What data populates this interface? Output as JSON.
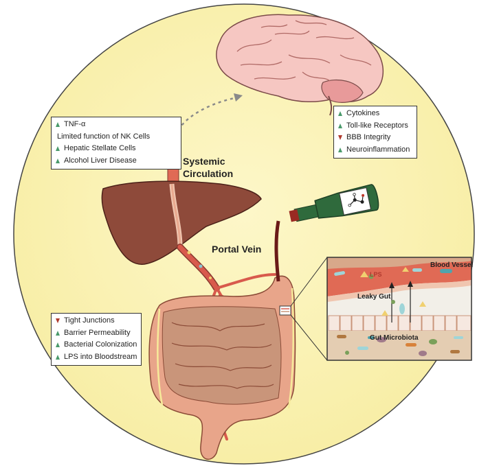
{
  "boxes": {
    "liver": [
      {
        "text": "TNF-α",
        "arrow": "up"
      },
      {
        "text": "Limited function of NK Cells",
        "arrow": "none"
      },
      {
        "text": "Hepatic Stellate Cells",
        "arrow": "up"
      },
      {
        "text": "Alcohol Liver Disease",
        "arrow": "up"
      }
    ],
    "brain": [
      {
        "text": "Cytokines",
        "arrow": "up"
      },
      {
        "text": "Toll-like Receptors",
        "arrow": "up"
      },
      {
        "text": "BBB Integrity",
        "arrow": "down"
      },
      {
        "text": "Neuroinflammation",
        "arrow": "up"
      }
    ],
    "gut": [
      {
        "text": "Tight Junctions",
        "arrow": "down"
      },
      {
        "text": "Barrier Permeability",
        "arrow": "up"
      },
      {
        "text": "Bacterial Colonization",
        "arrow": "up"
      },
      {
        "text": "LPS into Bloodstream",
        "arrow": "up"
      }
    ]
  },
  "labels": {
    "systemic_1": "Systemic",
    "systemic_2": "Circulation",
    "portal": "Portal Vein"
  },
  "inset": {
    "blood_vessel": "Blood Vessel",
    "lps": "LPS",
    "leaky_gut": "Leaky Gut",
    "microbiota": "Gut Microbiota"
  },
  "colors": {
    "circle": "#fbf3b8",
    "liver": "#8e4a3a",
    "vessel": "#d85a4c",
    "intestine": "#e8a58a",
    "brain": "#f6c7c2",
    "bottle": "#2f6a3c",
    "up_arrow": "#4a9a6b",
    "down_arrow": "#b03a2e"
  }
}
